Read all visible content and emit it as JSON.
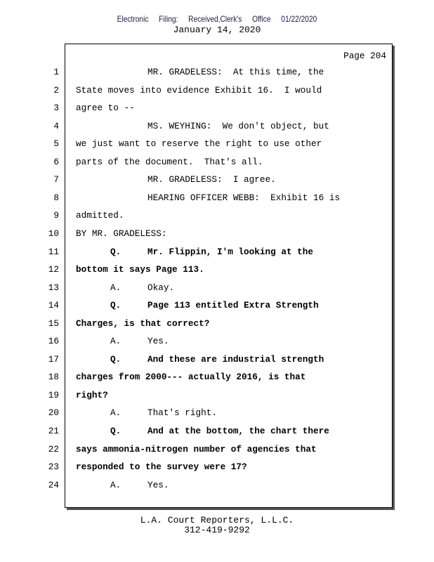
{
  "header": {
    "filing": "Electronic Filing: Received,Clerk's Office 01/22/2020",
    "date": "January 14, 2020"
  },
  "page_label": "Page 204",
  "lines": [
    {
      "num": "1",
      "indent": "speaker",
      "label": "",
      "text": "MR. GRADELESS:  At this time, the",
      "bold": false
    },
    {
      "num": "2",
      "indent": "none",
      "label": "",
      "text": "State moves into evidence Exhibit 16.  I would",
      "bold": false
    },
    {
      "num": "3",
      "indent": "none",
      "label": "",
      "text": "agree to --",
      "bold": false
    },
    {
      "num": "4",
      "indent": "speaker",
      "label": "",
      "text": "MS. WEYHING:  We don't object, but",
      "bold": false
    },
    {
      "num": "5",
      "indent": "none",
      "label": "",
      "text": "we just want to reserve the right to use other",
      "bold": false
    },
    {
      "num": "6",
      "indent": "none",
      "label": "",
      "text": "parts of the document.  That's all.",
      "bold": false
    },
    {
      "num": "7",
      "indent": "speaker",
      "label": "",
      "text": "MR. GRADELESS:  I agree.",
      "bold": false
    },
    {
      "num": "8",
      "indent": "speaker",
      "label": "",
      "text": "HEARING OFFICER WEBB:  Exhibit 16 is",
      "bold": false
    },
    {
      "num": "9",
      "indent": "none",
      "label": "",
      "text": "admitted.",
      "bold": false
    },
    {
      "num": "10",
      "indent": "none",
      "label": "",
      "text": "BY MR. GRADELESS:",
      "bold": false
    },
    {
      "num": "11",
      "indent": "speaker",
      "label": "Q.",
      "text": "Mr. Flippin, I'm looking at the",
      "bold": true
    },
    {
      "num": "12",
      "indent": "none",
      "label": "",
      "text": "bottom it says Page 113.",
      "bold": true
    },
    {
      "num": "13",
      "indent": "speaker",
      "label": "A.",
      "text": "Okay.",
      "bold": false
    },
    {
      "num": "14",
      "indent": "speaker",
      "label": "Q.",
      "text": "Page 113 entitled Extra Strength",
      "bold": true
    },
    {
      "num": "15",
      "indent": "none",
      "label": "",
      "text": "Charges, is that correct?",
      "bold": true
    },
    {
      "num": "16",
      "indent": "speaker",
      "label": "A.",
      "text": "Yes.",
      "bold": false
    },
    {
      "num": "17",
      "indent": "speaker",
      "label": "Q.",
      "text": "And these are industrial strength",
      "bold": true
    },
    {
      "num": "18",
      "indent": "none",
      "label": "",
      "text": "charges from 2000--- actually 2016, is that",
      "bold": true
    },
    {
      "num": "19",
      "indent": "none",
      "label": "",
      "text": "right?",
      "bold": true
    },
    {
      "num": "20",
      "indent": "speaker",
      "label": "A.",
      "text": "That's right.",
      "bold": false
    },
    {
      "num": "21",
      "indent": "speaker",
      "label": "Q.",
      "text": "And at the bottom, the chart there",
      "bold": true
    },
    {
      "num": "22",
      "indent": "none",
      "label": "",
      "text": "says ammonia-nitrogen number of agencies that",
      "bold": true
    },
    {
      "num": "23",
      "indent": "none",
      "label": "",
      "text": "responded to the survey were 17?",
      "bold": true
    },
    {
      "num": "24",
      "indent": "speaker",
      "label": "A.",
      "text": "Yes.",
      "bold": false
    }
  ],
  "footer": {
    "company": "L.A. Court Reporters, L.L.C.",
    "phone": "312-419-9292"
  }
}
